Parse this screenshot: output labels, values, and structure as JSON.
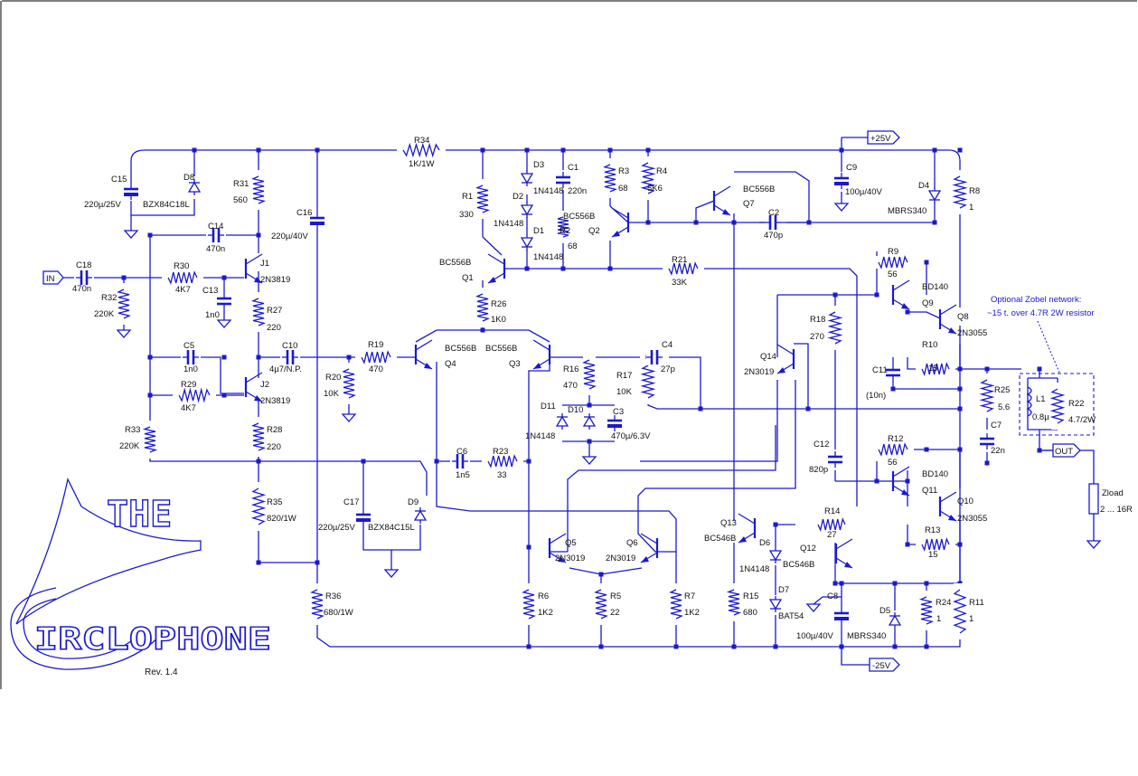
{
  "logo": {
    "line1": "THE",
    "line2": "IRCLOPHONE"
  },
  "revision": "Rev. 1.4",
  "ports": {
    "in": "IN",
    "out": "OUT",
    "vpos": "+25V",
    "vneg": "-25V"
  },
  "zobel_note": {
    "line1": "Optional Zobel network:",
    "line2": "~15 t. over 4.7R 2W resistor"
  },
  "parts": {
    "R34": {
      "ref": "R34",
      "val": "1K/1W"
    },
    "C15": {
      "ref": "C15",
      "val": "220µ/25V"
    },
    "D8": {
      "ref": "D8",
      "val": "BZX84C18L"
    },
    "R31": {
      "ref": "R31",
      "val": "560"
    },
    "C16": {
      "ref": "C16",
      "val": "220µ/40V"
    },
    "C14": {
      "ref": "C14",
      "val": "470n"
    },
    "C18": {
      "ref": "C18",
      "val": "470n"
    },
    "R32": {
      "ref": "R32",
      "val": "220K"
    },
    "R30": {
      "ref": "R30",
      "val": "4K7"
    },
    "C13": {
      "ref": "C13",
      "val": "1n0"
    },
    "J1": {
      "ref": "J1",
      "val": "2N3819"
    },
    "R27": {
      "ref": "R27",
      "val": "220"
    },
    "C5": {
      "ref": "C5",
      "val": "1n0"
    },
    "C10": {
      "ref": "C10",
      "val": "4µ7/N.P."
    },
    "R29": {
      "ref": "R29",
      "val": "4K7"
    },
    "J2": {
      "ref": "J2",
      "val": "2N3819"
    },
    "R19": {
      "ref": "R19",
      "val": "470"
    },
    "R20": {
      "ref": "R20",
      "val": "10K"
    },
    "R33": {
      "ref": "R33",
      "val": "220K"
    },
    "R28": {
      "ref": "R28",
      "val": "220"
    },
    "R35": {
      "ref": "R35",
      "val": "820/1W"
    },
    "C17": {
      "ref": "C17",
      "val": "220µ/25V"
    },
    "D9": {
      "ref": "D9",
      "val": "BZX84C15L"
    },
    "R36": {
      "ref": "R36",
      "val": "680/1W"
    },
    "R1": {
      "ref": "R1",
      "val": "330"
    },
    "D3": {
      "ref": "D3",
      "val": ""
    },
    "D2": {
      "ref": "D2",
      "val": "1N4148"
    },
    "D1": {
      "ref": "D1",
      "val": "1N4148"
    },
    "C1": {
      "ref": "C1",
      "val": "220n"
    },
    "D3v": {
      "ref": "",
      "val": "1N4148"
    },
    "R2": {
      "ref": "R2",
      "val": "68"
    },
    "Q2": {
      "ref": "Q2",
      "val": "BC556B"
    },
    "R3": {
      "ref": "R3",
      "val": "68"
    },
    "R4": {
      "ref": "R4",
      "val": "5K6"
    },
    "Q7": {
      "ref": "Q7",
      "val": "BC556B"
    },
    "C9": {
      "ref": "C9",
      "val": "100µ/40V"
    },
    "D4": {
      "ref": "D4",
      "val": "MBRS340"
    },
    "R8": {
      "ref": "R8",
      "val": "1"
    },
    "C2": {
      "ref": "C2",
      "val": "470p"
    },
    "Q1": {
      "ref": "Q1",
      "val": "BC556B"
    },
    "R21": {
      "ref": "R21",
      "val": "33K"
    },
    "R26": {
      "ref": "R26",
      "val": "1K0"
    },
    "Q4": {
      "ref": "Q4",
      "val": "BC556B"
    },
    "Q3": {
      "ref": "Q3",
      "val": "BC556B"
    },
    "R16": {
      "ref": "R16",
      "val": "470"
    },
    "D11": {
      "ref": "D11",
      "val": "1N4148"
    },
    "D10": {
      "ref": "D10",
      "val": ""
    },
    "C3": {
      "ref": "C3",
      "val": "470µ/6.3V"
    },
    "C4": {
      "ref": "C4",
      "val": "27p"
    },
    "R17": {
      "ref": "R17",
      "val": "10K"
    },
    "C6": {
      "ref": "C6",
      "val": "1n5"
    },
    "R23": {
      "ref": "R23",
      "val": "33"
    },
    "R9": {
      "ref": "R9",
      "val": "56"
    },
    "Q9": {
      "ref": "Q9",
      "val": "BD140"
    },
    "Q8": {
      "ref": "Q8",
      "val": "2N3055"
    },
    "R18": {
      "ref": "R18",
      "val": "270"
    },
    "Q14": {
      "ref": "Q14",
      "val": "2N3019"
    },
    "R10": {
      "ref": "R10",
      "val": "15"
    },
    "C11": {
      "ref": "C11",
      "val": "(10n)"
    },
    "R25": {
      "ref": "R25",
      "val": "5.6"
    },
    "L1": {
      "ref": "L1",
      "val": "0.8µ"
    },
    "R22": {
      "ref": "R22",
      "val": "4.7/2W"
    },
    "C7": {
      "ref": "C7",
      "val": "22n"
    },
    "C12": {
      "ref": "C12",
      "val": "820p"
    },
    "R12": {
      "ref": "R12",
      "val": "56"
    },
    "Q11": {
      "ref": "Q11",
      "val": "BD140"
    },
    "Q10": {
      "ref": "Q10",
      "val": "2N3055"
    },
    "R13": {
      "ref": "R13",
      "val": "15"
    },
    "Zload": {
      "ref": "Zload",
      "val": "2 ... 16R"
    },
    "Q5": {
      "ref": "Q5",
      "val": "2N3019"
    },
    "Q6": {
      "ref": "Q6",
      "val": "2N3019"
    },
    "R6": {
      "ref": "R6",
      "val": "1K2"
    },
    "R5": {
      "ref": "R5",
      "val": "22"
    },
    "R7": {
      "ref": "R7",
      "val": "1K2"
    },
    "Q13": {
      "ref": "Q13",
      "val": "BC546B"
    },
    "D6": {
      "ref": "D6",
      "val": "1N4148"
    },
    "R14": {
      "ref": "R14",
      "val": "27"
    },
    "Q12": {
      "ref": "Q12",
      "val": "BC546B"
    },
    "D7": {
      "ref": "D7",
      "val": "BAT54"
    },
    "R15": {
      "ref": "R15",
      "val": "680"
    },
    "C8": {
      "ref": "C8",
      "val": "100µ/40V"
    },
    "D5": {
      "ref": "D5",
      "val": "MBRS340"
    },
    "R24": {
      "ref": "R24",
      "val": "1"
    },
    "R11": {
      "ref": "R11",
      "val": "1"
    }
  }
}
